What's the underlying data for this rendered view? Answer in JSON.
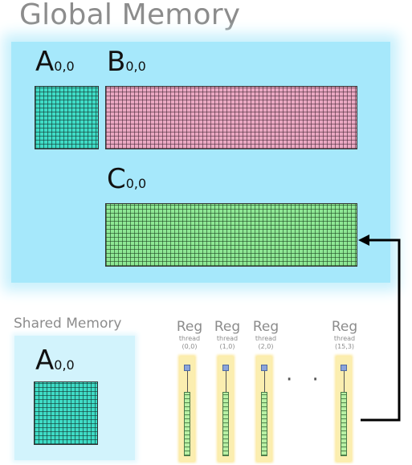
{
  "title": "Global Memory",
  "global": {
    "a_label": {
      "letter": "A",
      "sub": "0,0"
    },
    "b_label": {
      "letter": "B",
      "sub": "0,0"
    },
    "c_label": {
      "letter": "C",
      "sub": "0,0"
    }
  },
  "shared": {
    "label": "Shared Memory",
    "a_label": {
      "letter": "A",
      "sub": "0,0"
    }
  },
  "registers": [
    {
      "title": "Reg",
      "thread_label": "thread",
      "thread_id": "(0,0)"
    },
    {
      "title": "Reg",
      "thread_label": "thread",
      "thread_id": "(1,0)"
    },
    {
      "title": "Reg",
      "thread_label": "thread",
      "thread_id": "(2,0)"
    },
    {
      "title": "Reg",
      "thread_label": "thread",
      "thread_id": "(15,3)"
    }
  ],
  "ellipsis": "· · ·",
  "colors": {
    "global_memory": "#a6e8fb",
    "shared_memory": "#d2f3fc",
    "matrix_a": "#3fdcc6",
    "matrix_b": "#eaa8c2",
    "matrix_c": "#8ee894",
    "register": "#fbeeb0"
  }
}
